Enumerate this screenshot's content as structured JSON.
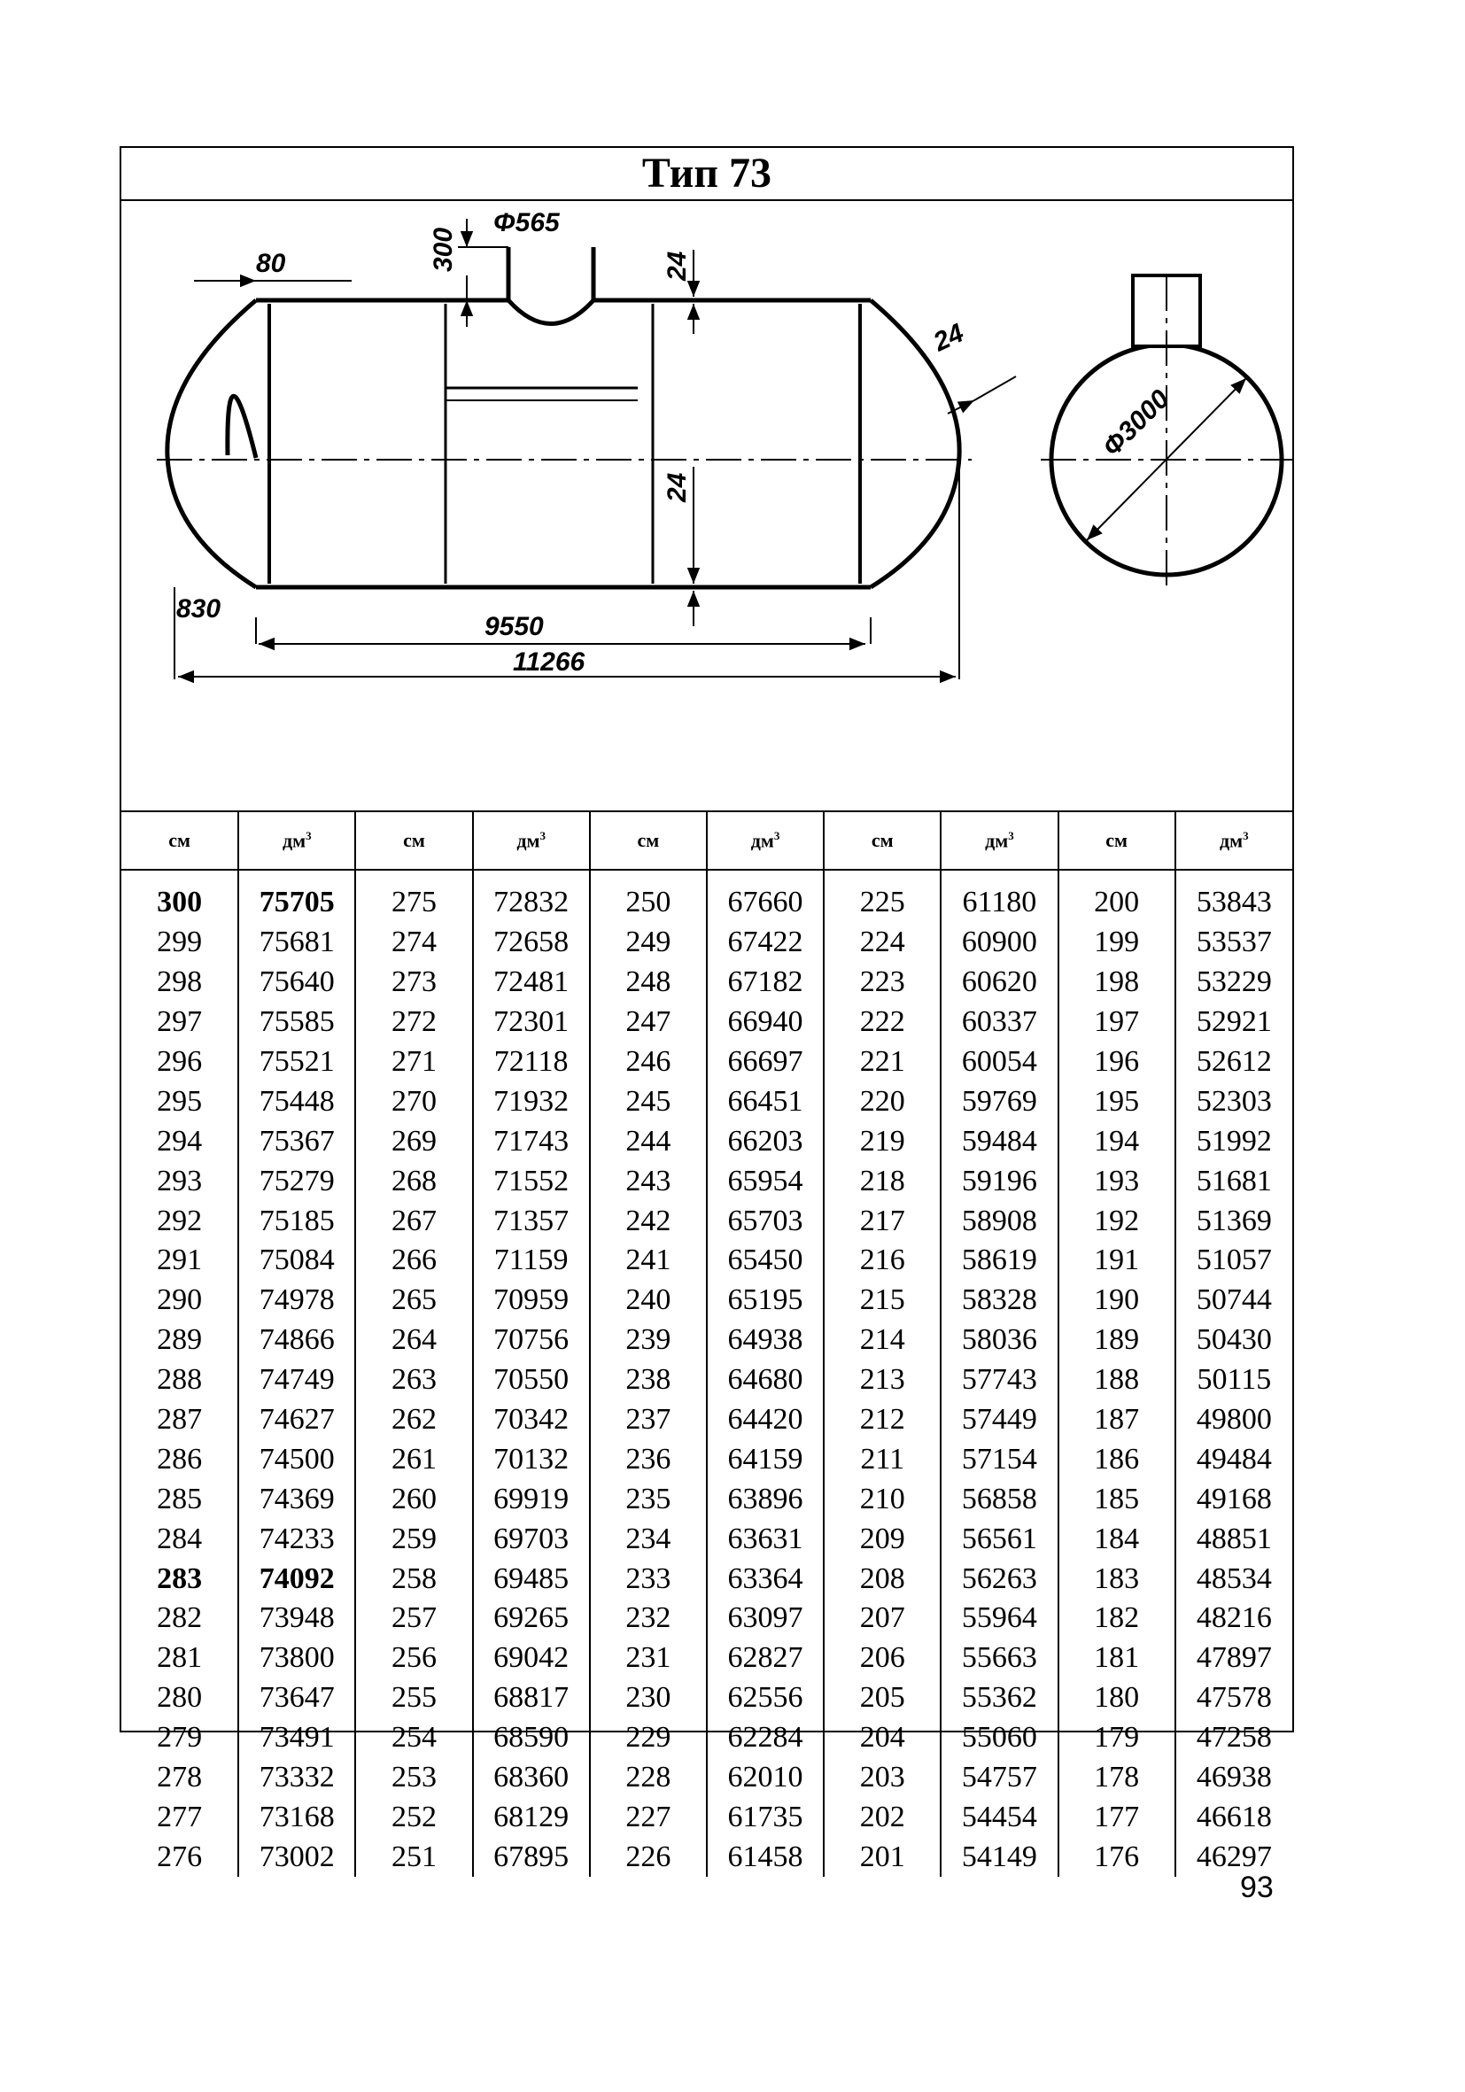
{
  "title": "Тип 73",
  "drawing": {
    "dims": {
      "d80": "80",
      "d300": "300",
      "d565": "Φ565",
      "d24_top": "24",
      "d24_end": "24",
      "d24_bottom": "24",
      "d830": "830",
      "d9550": "9550",
      "d11266": "11266",
      "d3000": "Φ3000"
    }
  },
  "table": {
    "headers": [
      "см",
      "дм",
      "см",
      "дм",
      "см",
      "дм",
      "см",
      "дм",
      "см",
      "дм"
    ],
    "header_sup": "3",
    "bold_cm": [
      "300",
      "283"
    ],
    "rows": [
      [
        "300",
        "75705",
        "275",
        "72832",
        "250",
        "67660",
        "225",
        "61180",
        "200",
        "53843"
      ],
      [
        "299",
        "75681",
        "274",
        "72658",
        "249",
        "67422",
        "224",
        "60900",
        "199",
        "53537"
      ],
      [
        "298",
        "75640",
        "273",
        "72481",
        "248",
        "67182",
        "223",
        "60620",
        "198",
        "53229"
      ],
      [
        "297",
        "75585",
        "272",
        "72301",
        "247",
        "66940",
        "222",
        "60337",
        "197",
        "52921"
      ],
      [
        "296",
        "75521",
        "271",
        "72118",
        "246",
        "66697",
        "221",
        "60054",
        "196",
        "52612"
      ],
      [
        "295",
        "75448",
        "270",
        "71932",
        "245",
        "66451",
        "220",
        "59769",
        "195",
        "52303"
      ],
      [
        "294",
        "75367",
        "269",
        "71743",
        "244",
        "66203",
        "219",
        "59484",
        "194",
        "51992"
      ],
      [
        "293",
        "75279",
        "268",
        "71552",
        "243",
        "65954",
        "218",
        "59196",
        "193",
        "51681"
      ],
      [
        "292",
        "75185",
        "267",
        "71357",
        "242",
        "65703",
        "217",
        "58908",
        "192",
        "51369"
      ],
      [
        "291",
        "75084",
        "266",
        "71159",
        "241",
        "65450",
        "216",
        "58619",
        "191",
        "51057"
      ],
      [
        "290",
        "74978",
        "265",
        "70959",
        "240",
        "65195",
        "215",
        "58328",
        "190",
        "50744"
      ],
      [
        "289",
        "74866",
        "264",
        "70756",
        "239",
        "64938",
        "214",
        "58036",
        "189",
        "50430"
      ],
      [
        "288",
        "74749",
        "263",
        "70550",
        "238",
        "64680",
        "213",
        "57743",
        "188",
        "50115"
      ],
      [
        "287",
        "74627",
        "262",
        "70342",
        "237",
        "64420",
        "212",
        "57449",
        "187",
        "49800"
      ],
      [
        "286",
        "74500",
        "261",
        "70132",
        "236",
        "64159",
        "211",
        "57154",
        "186",
        "49484"
      ],
      [
        "285",
        "74369",
        "260",
        "69919",
        "235",
        "63896",
        "210",
        "56858",
        "185",
        "49168"
      ],
      [
        "284",
        "74233",
        "259",
        "69703",
        "234",
        "63631",
        "209",
        "56561",
        "184",
        "48851"
      ],
      [
        "283",
        "74092",
        "258",
        "69485",
        "233",
        "63364",
        "208",
        "56263",
        "183",
        "48534"
      ],
      [
        "282",
        "73948",
        "257",
        "69265",
        "232",
        "63097",
        "207",
        "55964",
        "182",
        "48216"
      ],
      [
        "281",
        "73800",
        "256",
        "69042",
        "231",
        "62827",
        "206",
        "55663",
        "181",
        "47897"
      ],
      [
        "280",
        "73647",
        "255",
        "68817",
        "230",
        "62556",
        "205",
        "55362",
        "180",
        "47578"
      ],
      [
        "279",
        "73491",
        "254",
        "68590",
        "229",
        "62284",
        "204",
        "55060",
        "179",
        "47258"
      ],
      [
        "278",
        "73332",
        "253",
        "68360",
        "228",
        "62010",
        "203",
        "54757",
        "178",
        "46938"
      ],
      [
        "277",
        "73168",
        "252",
        "68129",
        "227",
        "61735",
        "202",
        "54454",
        "177",
        "46618"
      ],
      [
        "276",
        "73002",
        "251",
        "67895",
        "226",
        "61458",
        "201",
        "54149",
        "176",
        "46297"
      ]
    ]
  },
  "page_number": "93"
}
